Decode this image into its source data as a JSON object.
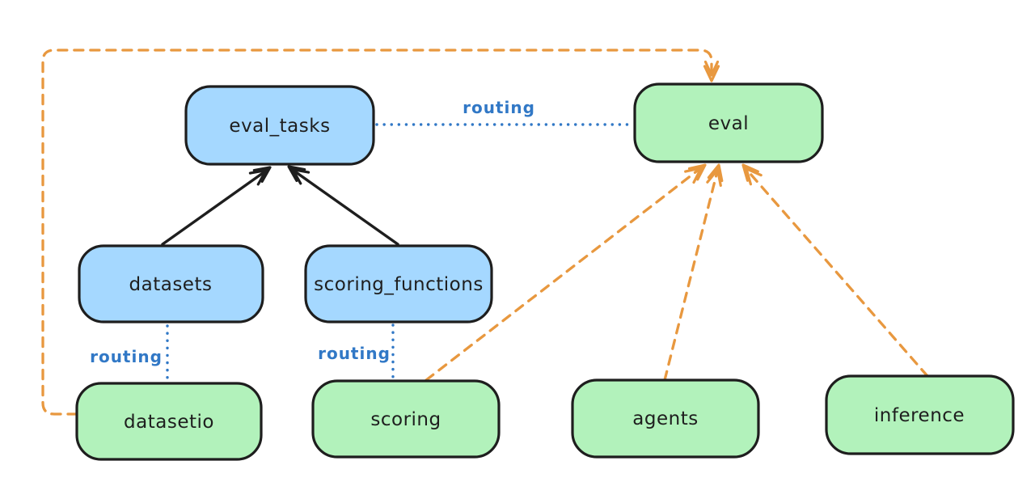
{
  "diagram": {
    "background": "#ffffff",
    "colors": {
      "node_stroke": "#1e1e1e",
      "blue_fill": "#a5d8ff",
      "green_fill": "#b2f2bb",
      "orange_line": "#e8983f",
      "blue_line": "#3178c6",
      "black_line": "#1e1e1e",
      "label_text": "#1e1e1e",
      "routing_text": "#3178c6"
    },
    "nodes": {
      "eval_tasks": {
        "label": "eval_tasks",
        "color": "blue"
      },
      "eval": {
        "label": "eval",
        "color": "green"
      },
      "datasets": {
        "label": "datasets",
        "color": "blue"
      },
      "scoring_functions": {
        "label": "scoring_functions",
        "color": "blue"
      },
      "datasetio": {
        "label": "datasetio",
        "color": "green"
      },
      "scoring": {
        "label": "scoring",
        "color": "green"
      },
      "agents": {
        "label": "agents",
        "color": "green"
      },
      "inference": {
        "label": "inference",
        "color": "green"
      }
    },
    "edges": {
      "eval_tasks_to_eval": {
        "label": "routing",
        "style": "dotted",
        "color": "blue"
      },
      "datasets_to_datasetio": {
        "label": "routing",
        "style": "dotted",
        "color": "blue"
      },
      "scoring_functions_to_scoring": {
        "label": "routing",
        "style": "dotted",
        "color": "blue"
      },
      "datasets_to_eval_tasks": {
        "style": "solid-arrow",
        "color": "black"
      },
      "scoring_functions_to_eval_tasks": {
        "style": "solid-arrow",
        "color": "black"
      },
      "scoring_to_eval": {
        "style": "dashed-arrow",
        "color": "orange"
      },
      "agents_to_eval": {
        "style": "dashed-arrow",
        "color": "orange"
      },
      "inference_to_eval": {
        "style": "dashed-arrow",
        "color": "orange"
      },
      "datasetio_to_eval": {
        "style": "dashed-arrow",
        "color": "orange"
      }
    }
  }
}
